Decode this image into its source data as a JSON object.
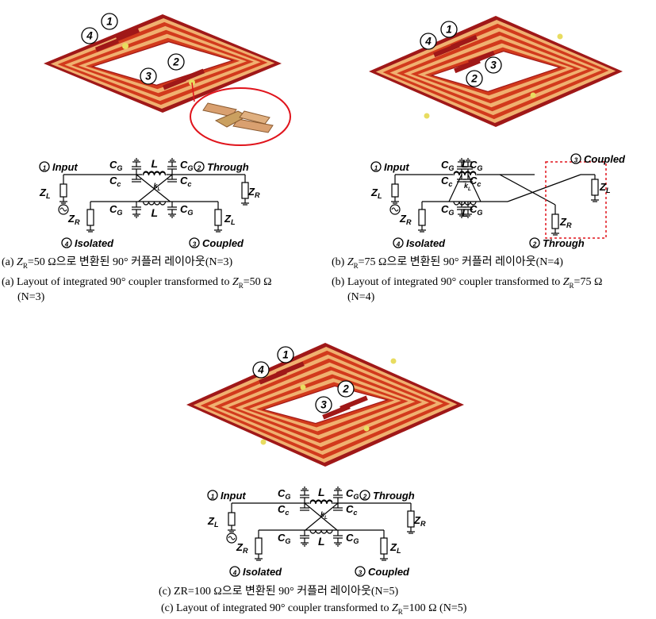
{
  "colors": {
    "trace_dark": "#a01818",
    "trace_mid": "#d23a1c",
    "trace_gap": "#f0b070",
    "via": "#e8dc60",
    "highlight": "#e0141c",
    "dashed_box": "#e0141c"
  },
  "panels": {
    "a": {
      "ports": [
        "1",
        "2",
        "3",
        "4"
      ],
      "circuit": {
        "input": "Input",
        "through": "Through",
        "isolated": "Isolated",
        "coupled": "Coupled",
        "p1": "1",
        "p2": "2",
        "p3": "3",
        "p4": "4",
        "cg": "C",
        "cg_sub": "G",
        "cc": "C",
        "cc_sub": "c",
        "l": "L",
        "k": "k",
        "k_sub": "L",
        "zl": "Z",
        "zl_sub": "L",
        "zr": "Z",
        "zr_sub": "R"
      },
      "caption_kr_prefix": "(a) ",
      "caption_kr_z": "Z",
      "caption_kr_sub": "R",
      "caption_kr_rest": "=50 Ω으로 변환된 90° 커플러 레이아웃(N=3)",
      "caption_en_1": "(a) Layout of integrated 90° coupler transformed to ",
      "caption_en_z": "Z",
      "caption_en_sub": "R",
      "caption_en_2": "=50 Ω",
      "caption_en_3": "(N=3)"
    },
    "b": {
      "ports": [
        "1",
        "2",
        "3",
        "4"
      ],
      "circuit": {
        "input": "Input",
        "through": "Through",
        "isolated": "Isolated",
        "coupled": "Coupled",
        "p1": "1",
        "p2": "2",
        "p3": "3",
        "p4": "4",
        "cg": "C",
        "cg_sub": "G",
        "cc": "C",
        "cc_sub": "c",
        "l": "L",
        "k": "k",
        "k_sub": "L",
        "zl": "Z",
        "zl_sub": "L",
        "zr": "Z",
        "zr_sub": "R"
      },
      "caption_kr_prefix": "(b) ",
      "caption_kr_z": "Z",
      "caption_kr_sub": "R",
      "caption_kr_rest": "=75 Ω으로 변환된 90° 커플러 레이아웃(N=4)",
      "caption_en_1": "(b) Layout of integrated 90° coupler transformed to ",
      "caption_en_z": "Z",
      "caption_en_sub": "R",
      "caption_en_2": "=75 Ω",
      "caption_en_3": "(N=4)"
    },
    "c": {
      "ports": [
        "1",
        "2",
        "3",
        "4"
      ],
      "circuit": {
        "input": "Input",
        "through": "Through",
        "isolated": "Isolated",
        "coupled": "Coupled",
        "p1": "1",
        "p2": "2",
        "p3": "3",
        "p4": "4",
        "cg": "C",
        "cg_sub": "G",
        "cc": "C",
        "cc_sub": "c",
        "l": "L",
        "k": "k",
        "k_sub": "L",
        "zl": "Z",
        "zl_sub": "L",
        "zr": "Z",
        "zr_sub": "R"
      },
      "caption_kr": "(c) ZR=100 Ω으로 변환된 90° 커플러 레이아웃(N=5)",
      "caption_en_1": "(c) Layout of integrated 90° coupler transformed to ",
      "caption_en_z": "Z",
      "caption_en_sub": "R",
      "caption_en_2": "=100 Ω (N=5)"
    }
  }
}
